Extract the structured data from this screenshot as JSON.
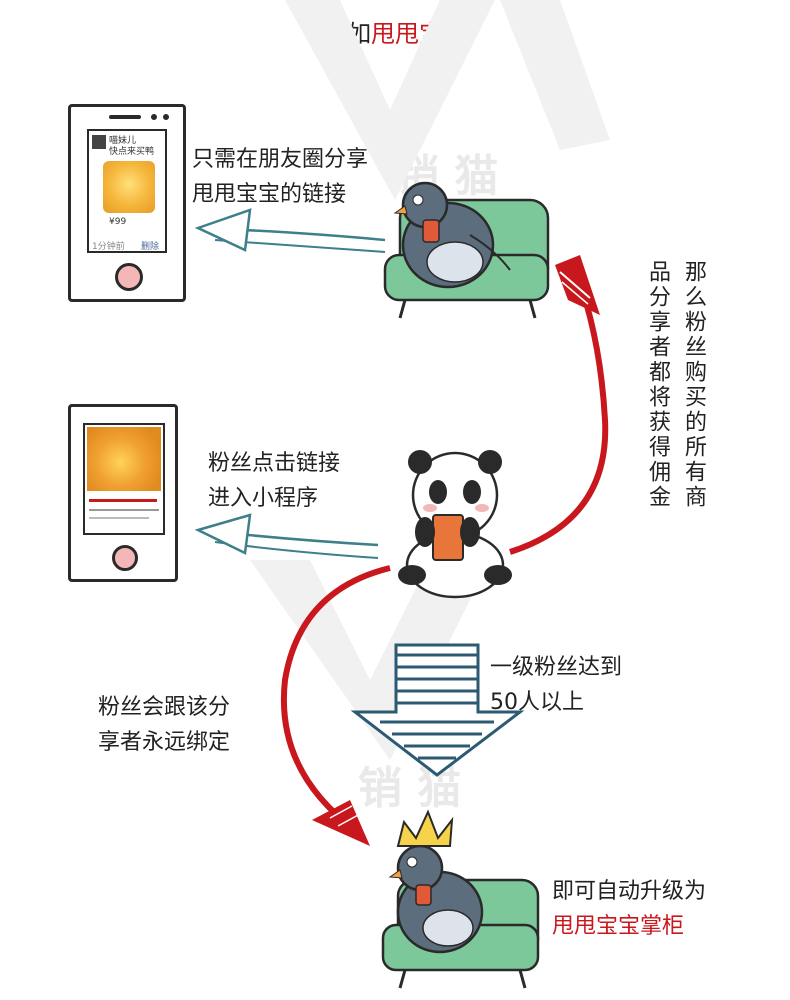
{
  "title": {
    "prefix": "例如",
    "highlight": "甩甩宝宝"
  },
  "watermark": {
    "text_top": "销  猫",
    "text_bottom": "销  猫"
  },
  "step1": {
    "line1": "只需在朋友圈分享",
    "line2": "甩甩宝宝的链接"
  },
  "phone1": {
    "username": "喵妹儿",
    "tagline": "快点来买鸭",
    "price": "¥99",
    "foot_left": "1分钟前",
    "foot_right": "删除"
  },
  "vertical_note": {
    "col1": "那么粉丝购买的所有商",
    "col2": "品分享者都将获得佣金"
  },
  "step2": {
    "line1": "粉丝点击链接",
    "line2": "进入小程序"
  },
  "step3": {
    "line1": "粉丝会跟该分",
    "line2": "享者永远绑定"
  },
  "step4": {
    "line1": "一级粉丝达到",
    "line2": "50人以上"
  },
  "result": {
    "line1": "即可自动升级为",
    "line2": "甩甩宝宝掌柜"
  },
  "colors": {
    "accent_red": "#c8181e",
    "arrow_teal": "#3d7f8a",
    "sofa_green": "#7cc89a",
    "pigeon_gray": "#5c6e7e",
    "phone_button_pink": "#f3b7b7"
  },
  "icons": [
    "smartphone-icon",
    "pigeon-on-sofa-illustration",
    "panda-illustration",
    "crown-icon",
    "down-arrow-icon",
    "curved-arrow-icon"
  ]
}
